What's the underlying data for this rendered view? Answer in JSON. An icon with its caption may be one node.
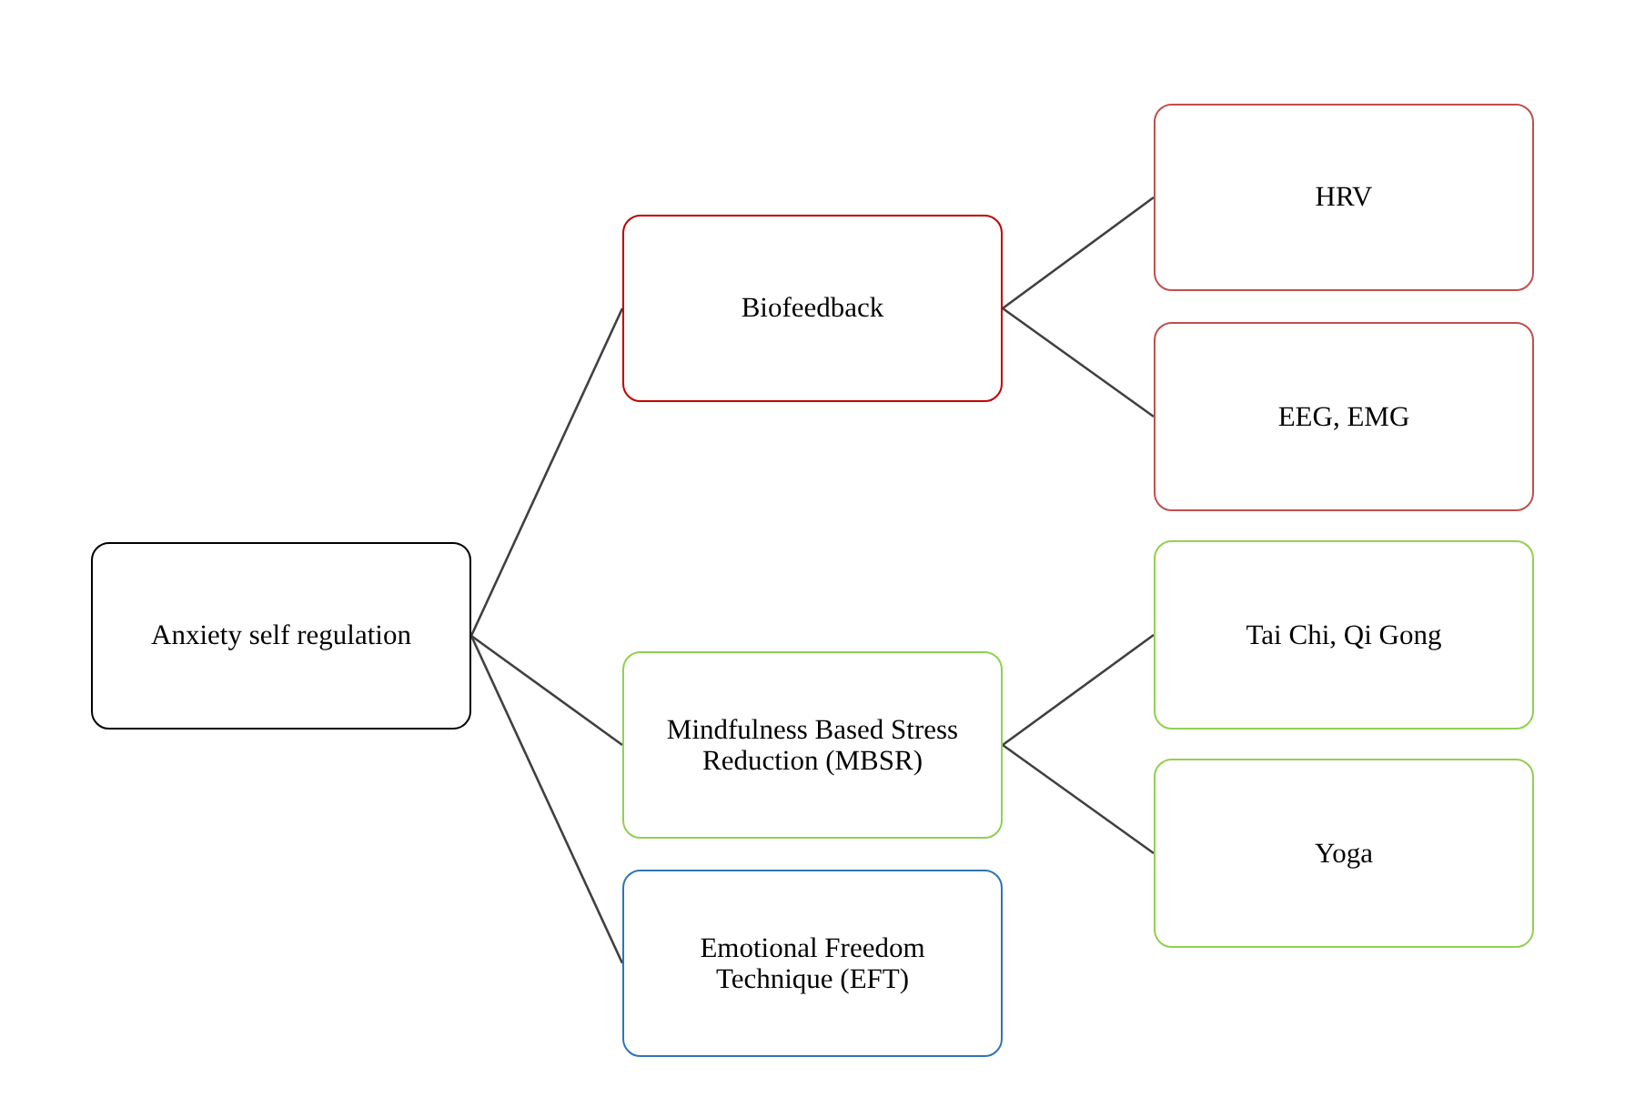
{
  "diagram": {
    "nodes": [
      {
        "text": [
          "Anxiety self regulation"
        ]
      },
      {
        "text": [
          "Biofeedback"
        ]
      },
      {
        "text": [
          "Mindfulness Based Stress Reduction (MBSR)"
        ]
      },
      {
        "text": [
          "Emotional Freedom Technique (EFT)"
        ]
      },
      {
        "text": [
          "HRV"
        ]
      },
      {
        "text": [
          "EEG, EMG"
        ]
      },
      {
        "text": [
          "Tai Chi, Qi Gong"
        ]
      },
      {
        "text": [
          "Yoga"
        ]
      }
    ],
    "edges": [
      {
        "from": 0,
        "to": 1,
        "arrow": "none"
      },
      {
        "from": 0,
        "to": 2,
        "arrow": "none"
      },
      {
        "from": 0,
        "to": 3,
        "arrow": "none"
      },
      {
        "from": 1,
        "to": 4,
        "arrow": "none"
      },
      {
        "from": 1,
        "to": 5,
        "arrow": "none"
      },
      {
        "from": 2,
        "to": 6,
        "arrow": "none"
      },
      {
        "from": 2,
        "to": 7,
        "arrow": "none"
      }
    ]
  }
}
